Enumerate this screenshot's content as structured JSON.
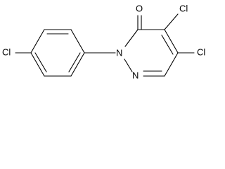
{
  "molecule": {
    "atoms": [
      {
        "label": "Cl",
        "name": "atom-cl-aryl"
      },
      {
        "label": "N",
        "name": "atom-n2"
      },
      {
        "label": "N",
        "name": "atom-n1"
      },
      {
        "label": "O",
        "name": "atom-o-carbonyl"
      },
      {
        "label": "Cl",
        "name": "atom-cl-c4"
      },
      {
        "label": "Cl",
        "name": "atom-cl-c5"
      }
    ]
  }
}
